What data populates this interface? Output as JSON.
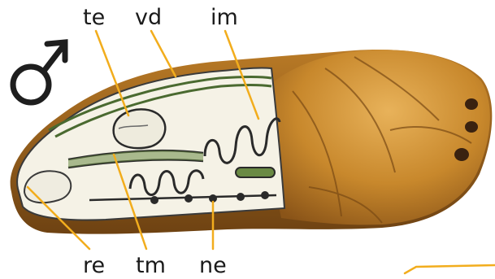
{
  "labels": {
    "te": "te",
    "vd": "vd",
    "im": "im",
    "re": "re",
    "tm": "tm",
    "ne": "ne"
  },
  "symbol": {
    "name": "male-symbol-icon"
  },
  "colors": {
    "leader": "#f2ad1d",
    "outline": "#1e1e1e",
    "pupa_shell": "#c8882c",
    "pupa_dark": "#8a5418",
    "cutaway_fill": "#f5f2e6",
    "organ_green": "#5d7d3b"
  }
}
